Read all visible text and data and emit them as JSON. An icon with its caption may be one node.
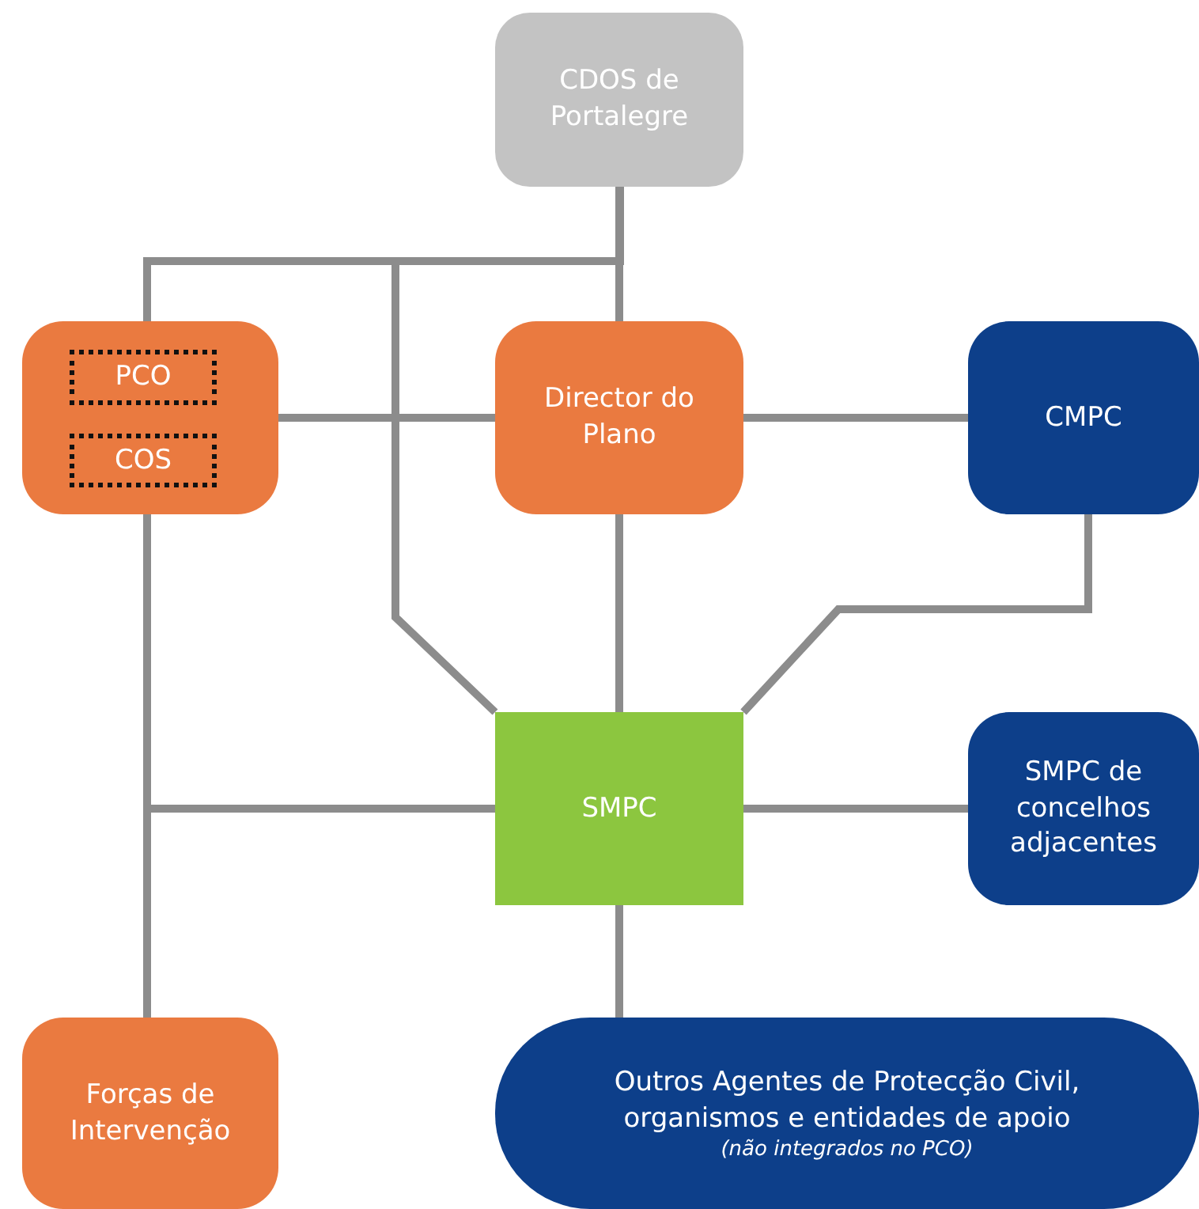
{
  "diagram": {
    "nodes": [
      {
        "text": [
          "CDOS de Portalegre"
        ]
      },
      {
        "text": [],
        "shape": "box"
      },
      {
        "text": [
          "PCO"
        ],
        "in": 1
      },
      {
        "text": [
          "COS"
        ],
        "in": 1
      },
      {
        "text": [
          "Director do Plano"
        ]
      },
      {
        "text": [
          "CMPC"
        ]
      },
      {
        "text": [
          "SMPC"
        ]
      },
      {
        "text": [
          "SMPC de concelhos adjacentes"
        ]
      },
      {
        "text": [
          "Forças de Intervenção"
        ]
      },
      {
        "text": [
          "Outros Agentes de Protecção Civil, organismos e entidades de apoio",
          "(não integrados no PCO)"
        ]
      }
    ],
    "edges": [
      {
        "from": 0,
        "to": 1,
        "arrow": "none"
      },
      {
        "from": 0,
        "to": 4,
        "arrow": "none"
      },
      {
        "from": 0,
        "to": 6,
        "arrow": "none"
      },
      {
        "from": 1,
        "to": 4,
        "arrow": "none"
      },
      {
        "from": 4,
        "to": 5,
        "arrow": "none"
      },
      {
        "from": 4,
        "to": 6,
        "arrow": "none"
      },
      {
        "from": 5,
        "to": 6,
        "arrow": "none"
      },
      {
        "from": 6,
        "to": 1,
        "arrow": "none"
      },
      {
        "from": 6,
        "to": 8,
        "arrow": "none"
      },
      {
        "from": 6,
        "to": 7,
        "arrow": "none"
      },
      {
        "from": 6,
        "to": 9,
        "arrow": "none"
      }
    ]
  }
}
